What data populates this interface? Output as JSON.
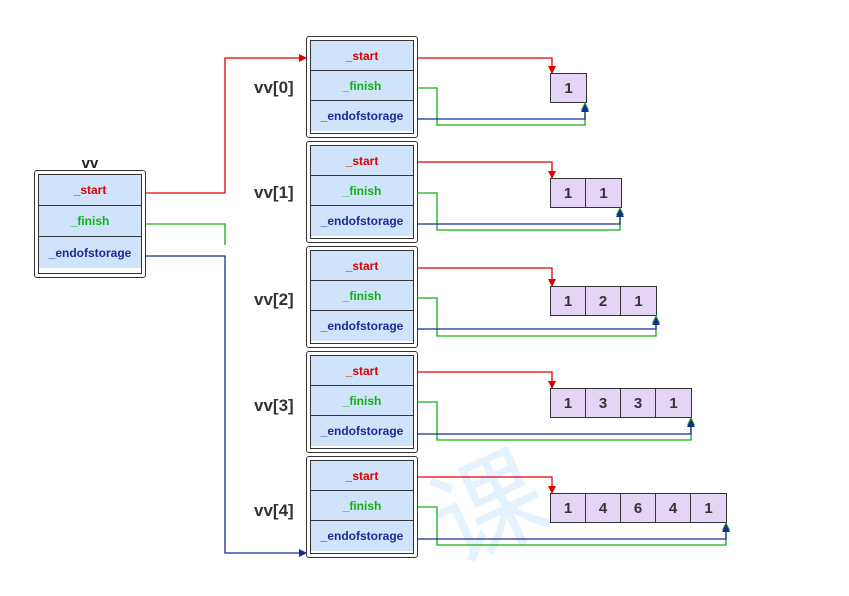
{
  "vv": {
    "title": "vv",
    "fields": {
      "start": "_start",
      "finish": "_finish",
      "eos": "_endofstorage"
    }
  },
  "rows": [
    {
      "label": "vv[0]",
      "start": "_start",
      "finish": "_finish",
      "eos": "_endofstorage",
      "values": [
        "1"
      ]
    },
    {
      "label": "vv[1]",
      "start": "_start",
      "finish": "_finish",
      "eos": "_endofstorage",
      "values": [
        "1",
        "1"
      ]
    },
    {
      "label": "vv[2]",
      "start": "_start",
      "finish": "_finish",
      "eos": "_endofstorage",
      "values": [
        "1",
        "2",
        "1"
      ]
    },
    {
      "label": "vv[3]",
      "start": "_start",
      "finish": "_finish",
      "eos": "_endofstorage",
      "values": [
        "1",
        "3",
        "3",
        "1"
      ]
    },
    {
      "label": "vv[4]",
      "start": "_start",
      "finish": "_finish",
      "eos": "_endofstorage",
      "values": [
        "1",
        "4",
        "6",
        "4",
        "1"
      ]
    }
  ],
  "colors": {
    "start": "#e00000",
    "finish": "#10b010",
    "eos": "#1a2a9a"
  },
  "watermark": "课"
}
